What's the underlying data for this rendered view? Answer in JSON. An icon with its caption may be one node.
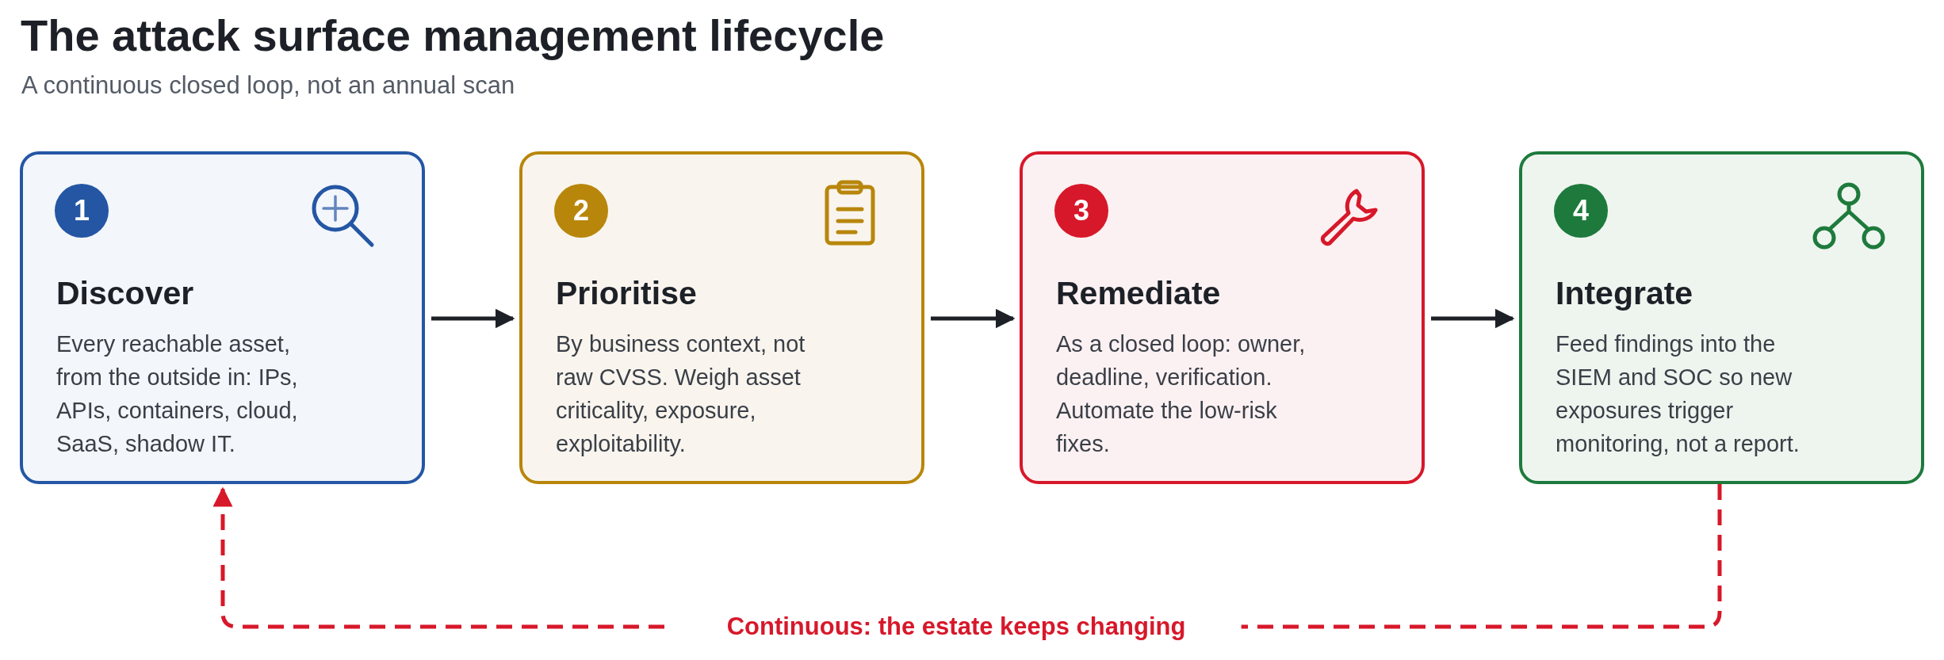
{
  "diagram": {
    "title": "The attack surface management lifecycle",
    "caption": "A continuous closed loop, not an annual scan",
    "nodes": [
      {
        "text": [
          "Discover",
          "Every reachable asset, from the outside in: IPs, APIs, containers, cloud, SaaS, shadow IT."
        ]
      },
      {
        "text": [
          "1"
        ],
        "in": 0
      },
      {
        "text": [
          "Prioritise",
          "By business context, not raw CVSS. Weigh asset criticality, exposure, exploitability."
        ]
      },
      {
        "text": [
          "2"
        ],
        "in": 2
      },
      {
        "text": [
          "Remediate",
          "As a closed loop: owner, deadline, verification. Automate the low-risk fixes."
        ]
      },
      {
        "text": [
          "3"
        ],
        "in": 4
      },
      {
        "text": [
          "Integrate",
          "Feed findings into the SIEM and SOC so new exposures trigger monitoring, not a report."
        ]
      },
      {
        "text": [
          "4"
        ],
        "in": 6
      }
    ],
    "edges": [
      {
        "from": 0,
        "to": 2,
        "arrow": "to"
      },
      {
        "from": 2,
        "to": 4,
        "arrow": "to"
      },
      {
        "from": 4,
        "to": 6,
        "arrow": "to"
      },
      {
        "from": 6,
        "to": 0,
        "arrow": "to",
        "label": "Continuous: the estate keeps changing",
        "style": "dashed",
        "color": "#d7182a"
      }
    ]
  }
}
